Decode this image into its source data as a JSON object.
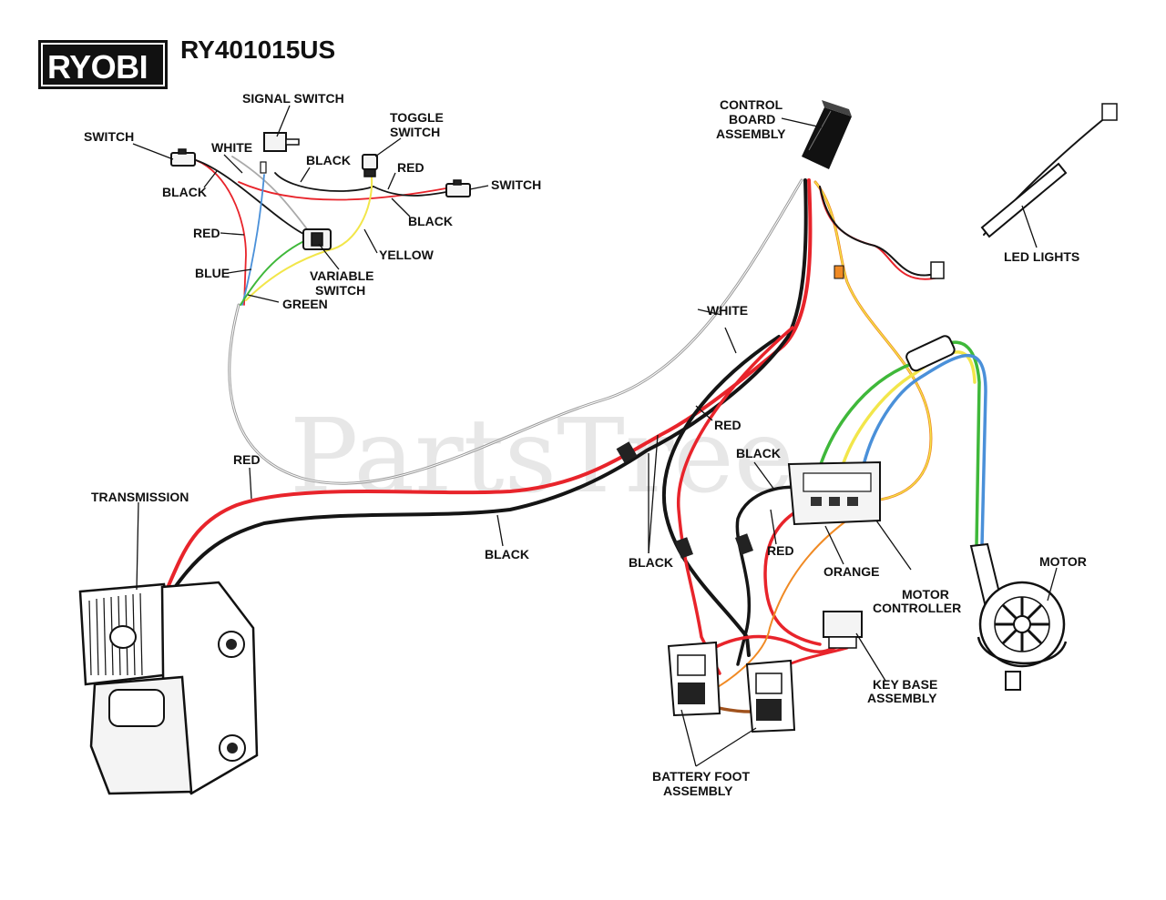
{
  "brand": "RYOBI",
  "model": "RY401015US",
  "watermark": "PartsTree",
  "labels": {
    "signal_switch": "SIGNAL SWITCH",
    "switch_left": "SWITCH",
    "white_top": "WHITE",
    "toggle_switch_1": "TOGGLE",
    "toggle_switch_2": "SWITCH",
    "black_top": "BLACK",
    "red_top": "RED",
    "switch_right": "SWITCH",
    "black_left": "BLACK",
    "black_right_top": "BLACK",
    "red_left": "RED",
    "yellow": "YELLOW",
    "blue": "BLUE",
    "variable_switch_1": "VARIABLE",
    "variable_switch_2": "SWITCH",
    "green": "GREEN",
    "control_board_1": "CONTROL",
    "control_board_2": "BOARD",
    "control_board_3": "ASSEMBLY",
    "led_lights": "LED LIGHTS",
    "white_mid": "WHITE",
    "red_mid": "RED",
    "black_mid": "BLACK",
    "red_transmission": "RED",
    "transmission": "TRANSMISSION",
    "black_transmission": "BLACK",
    "black_lower": "BLACK",
    "red_lower": "RED",
    "orange": "ORANGE",
    "motor_controller_1": "MOTOR",
    "motor_controller_2": "CONTROLLER",
    "motor": "MOTOR",
    "key_base_1": "KEY BASE",
    "key_base_2": "ASSEMBLY",
    "battery_foot_1": "BATTERY FOOT",
    "battery_foot_2": "ASSEMBLY"
  },
  "wire_colors": {
    "red": "#e8242b",
    "black": "#151515",
    "white": "#9a9a9a",
    "yellow": "#f2e64a",
    "blue": "#4a90d9",
    "green": "#3fb83a",
    "orange": "#f08a24",
    "brown": "#a0521d"
  }
}
